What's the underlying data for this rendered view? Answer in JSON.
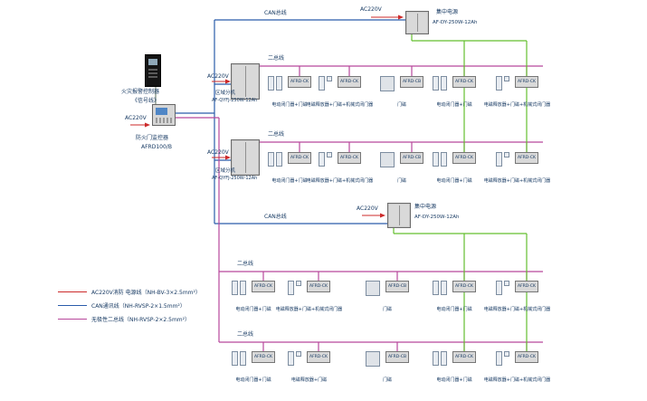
{
  "labels": {
    "can_bus": "CAN总线",
    "two_bus": "二总线"
  },
  "controller": {
    "name": "火灾报警控制器",
    "signal": "《信号线》"
  },
  "monitor": {
    "power": "AC220V",
    "name": "防火门监控器",
    "model": "AFRD100/B"
  },
  "subpanel": {
    "power": "AC220V",
    "name": "区域分机",
    "model": "AF-QYFJ-250W-12Ah"
  },
  "supply": {
    "power": "AC220V",
    "name": "集中电源",
    "model": "AF-DY-250W-12Ah"
  },
  "rows": [
    {
      "groups": [
        {
          "module": "AFRD-CK",
          "label": "电动闭门器+门磁"
        },
        {
          "module": "AFRD-CK",
          "label": "电磁释放器+门磁+机械式闭门器"
        },
        {
          "module": "AFRD-CB",
          "label": "门磁"
        },
        {
          "module": "AFRD-CK",
          "label": "电动闭门器+门磁"
        },
        {
          "module": "AFRD-CK",
          "label": "电磁释放器+门磁+机械式闭门器"
        }
      ]
    },
    {
      "groups": [
        {
          "module": "AFRD-CK",
          "label": "电动闭门器+门磁"
        },
        {
          "module": "AFRD-CK",
          "label": "电磁释放器+门磁+机械式闭门器"
        },
        {
          "module": "AFRD-CB",
          "label": "门磁"
        },
        {
          "module": "AFRD-CK",
          "label": "电动闭门器+门磁"
        },
        {
          "module": "AFRD-CK",
          "label": "电磁释放器+门磁+机械式闭门器"
        }
      ]
    },
    {
      "groups": [
        {
          "module": "AFRD-CK",
          "label": "电动闭门器+门磁"
        },
        {
          "module": "AFRD-CK",
          "label": "电磁释放器+门磁+机械式闭门器"
        },
        {
          "module": "AFRD-CB",
          "label": "门磁"
        },
        {
          "module": "AFRD-CK",
          "label": "电动闭门器+门磁"
        },
        {
          "module": "AFRD-CK",
          "label": "电磁释放器+门磁+机械式闭门器"
        }
      ]
    },
    {
      "groups": [
        {
          "module": "AFRD-CK",
          "label": "电动闭门器+门磁"
        },
        {
          "module": "AFRD-CK",
          "label": "电磁释放器+门磁"
        },
        {
          "module": "AFRD-CB",
          "label": "门磁"
        },
        {
          "module": "AFRD-CK",
          "label": "电动闭门器+门磁"
        },
        {
          "module": "AFRD-CK",
          "label": "电磁释放器+门磁+机械式闭门器"
        }
      ]
    }
  ],
  "legend": {
    "items": [
      {
        "label": "AC220V消防 电源线（NH-BV-3×2.5mm²）",
        "color": "#cc2a2a"
      },
      {
        "label": "CAN通讯线（NH-RVSP-2×1.5mm²）",
        "color": "#2a5caa"
      },
      {
        "label": "无极性二总线（NH-RVSP-2×2.5mm²）",
        "color": "#b8489c"
      }
    ]
  },
  "colors": {
    "can_blue": "#2a5caa",
    "two_bus_magenta": "#b8489c",
    "power_red": "#cc2a2a",
    "supply_green": "#63bf2f",
    "text_navy": "#173a63"
  }
}
